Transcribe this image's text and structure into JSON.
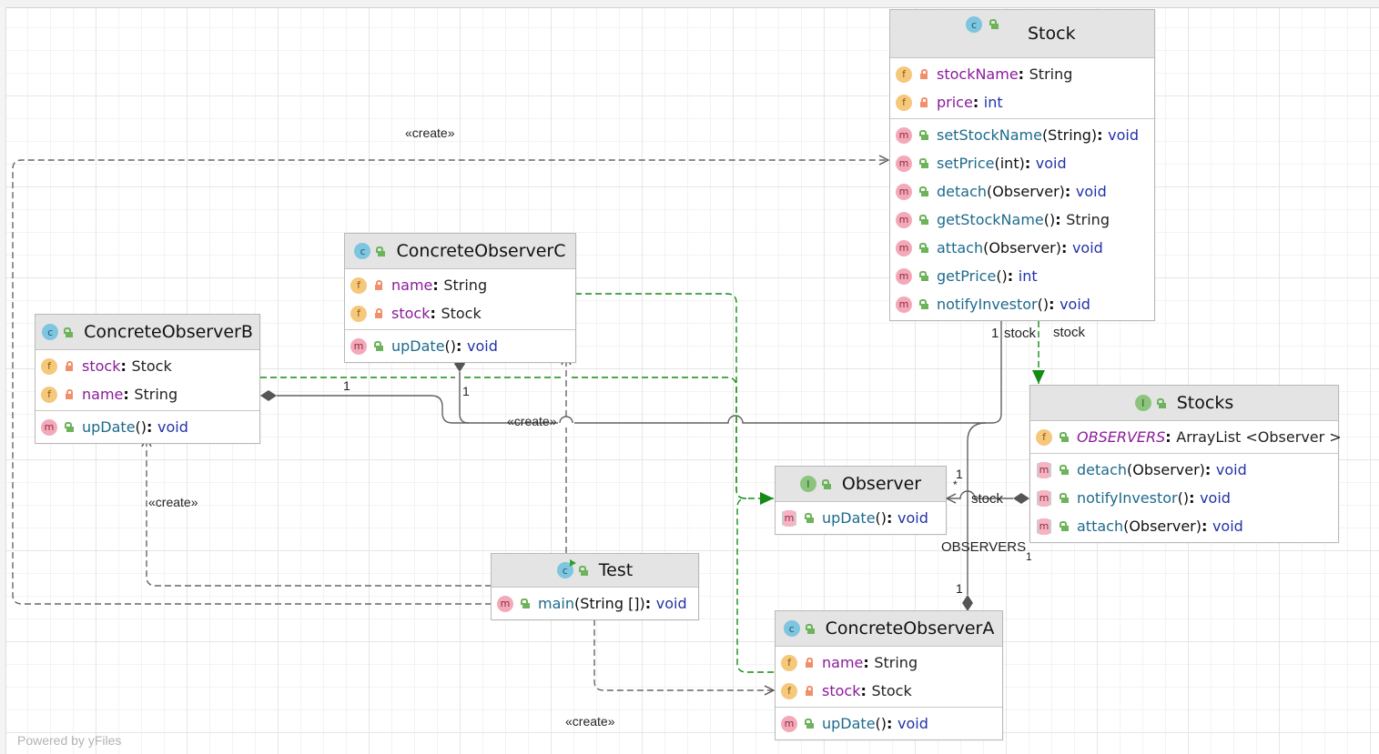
{
  "footer": {
    "watermark": "Powered by yFiles"
  },
  "colors": {
    "inheritance": "#1a8a1a",
    "dependency": "#666666",
    "association": "#606060",
    "field_name": "#8b1b9b",
    "method_name": "#1d6a8c",
    "primitive_type": "#2232a8"
  },
  "nodes": {
    "stock": {
      "kind": "class",
      "kind_icon": "class-icon",
      "name": "Stock",
      "fields": [
        {
          "visibility": "private",
          "name": "stockName",
          "type": "String",
          "type_kind": "ref"
        },
        {
          "visibility": "private",
          "name": "price",
          "type": "int",
          "type_kind": "prim"
        }
      ],
      "methods": [
        {
          "visibility": "public",
          "name": "setStockName",
          "params": "(String)",
          "ret": "void"
        },
        {
          "visibility": "public",
          "name": "setPrice",
          "params": "(int)",
          "ret": "void"
        },
        {
          "visibility": "public",
          "name": "detach",
          "params": "(Observer)",
          "ret": "void"
        },
        {
          "visibility": "public",
          "name": "getStockName",
          "params": "()",
          "ret": "String"
        },
        {
          "visibility": "public",
          "name": "attach",
          "params": "(Observer)",
          "ret": "void"
        },
        {
          "visibility": "public",
          "name": "getPrice",
          "params": "()",
          "ret": "int"
        },
        {
          "visibility": "public",
          "name": "notifyInvestor",
          "params": "()",
          "ret": "void"
        }
      ]
    },
    "stocks": {
      "kind": "interface",
      "kind_icon": "interface-icon",
      "name": "Stocks",
      "fields": [
        {
          "visibility": "public",
          "name": "OBSERVERS",
          "type": "ArrayList <Observer >",
          "type_kind": "ref",
          "static": true
        }
      ],
      "methods": [
        {
          "visibility": "public",
          "name": "detach",
          "params": "(Observer)",
          "ret": "void",
          "abstract": true
        },
        {
          "visibility": "public",
          "name": "notifyInvestor",
          "params": "()",
          "ret": "void",
          "abstract": true
        },
        {
          "visibility": "public",
          "name": "attach",
          "params": "(Observer)",
          "ret": "void",
          "abstract": true
        }
      ]
    },
    "observer_c": {
      "kind": "class",
      "kind_icon": "class-icon",
      "name": "ConcreteObserverC",
      "fields": [
        {
          "visibility": "private",
          "name": "name",
          "type": "String",
          "type_kind": "ref"
        },
        {
          "visibility": "private",
          "name": "stock",
          "type": "Stock",
          "type_kind": "ref"
        }
      ],
      "methods": [
        {
          "visibility": "public",
          "name": "upDate",
          "params": "()",
          "ret": "void"
        }
      ]
    },
    "observer_b": {
      "kind": "class",
      "kind_icon": "class-icon",
      "name": "ConcreteObserverB",
      "fields": [
        {
          "visibility": "private",
          "name": "stock",
          "type": "Stock",
          "type_kind": "ref"
        },
        {
          "visibility": "private",
          "name": "name",
          "type": "String",
          "type_kind": "ref"
        }
      ],
      "methods": [
        {
          "visibility": "public",
          "name": "upDate",
          "params": "()",
          "ret": "void"
        }
      ]
    },
    "observer": {
      "kind": "interface",
      "kind_icon": "interface-icon",
      "name": "Observer",
      "fields": [],
      "methods": [
        {
          "visibility": "public",
          "name": "upDate",
          "params": "()",
          "ret": "void",
          "abstract": true
        }
      ]
    },
    "test": {
      "kind": "class-runnable",
      "kind_icon": "runnable-class-icon",
      "name": "Test",
      "fields": [],
      "methods": [
        {
          "visibility": "public",
          "name": "main",
          "params": "(String [])",
          "ret": "void",
          "static": true
        }
      ]
    },
    "observer_a": {
      "kind": "class",
      "kind_icon": "class-icon",
      "name": "ConcreteObserverA",
      "fields": [
        {
          "visibility": "private",
          "name": "name",
          "type": "String",
          "type_kind": "ref"
        },
        {
          "visibility": "private",
          "name": "stock",
          "type": "Stock",
          "type_kind": "ref"
        }
      ],
      "methods": [
        {
          "visibility": "public",
          "name": "upDate",
          "params": "()",
          "ret": "void"
        }
      ]
    }
  },
  "edge_labels": {
    "create_top": "«create»",
    "create_mid": "«create»",
    "create_left": "«create»",
    "create_bottom": "«create»",
    "mult_b": "1",
    "mult_c": "1",
    "mult_stock": "1",
    "role_stock_left": "stock",
    "role_stock_right": "stock",
    "mult_observer_top": "1",
    "mult_observer_star": "*",
    "role_stock_observer": "stock",
    "role_observers": "OBSERVERS",
    "mult_observers": "1",
    "mult_a": "1"
  }
}
